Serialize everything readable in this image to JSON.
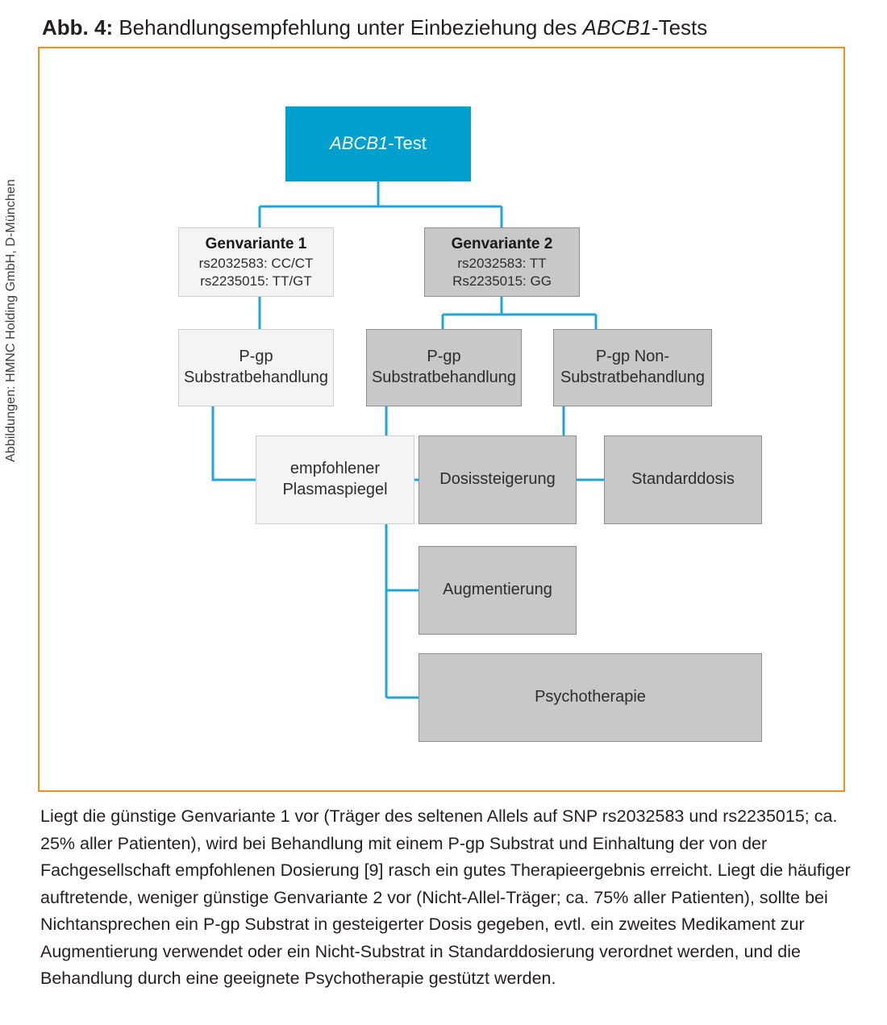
{
  "figure": {
    "label": "Abb. 4:",
    "title_before": "Behandlungsempfehlung unter Einbeziehung des ",
    "title_italic": "ABCB1",
    "title_after": "-Tests",
    "frame_color": "#f2901f",
    "accent_color": "#00a0ce",
    "grey_fill": "#c8c8c8",
    "light_fill": "#f4f4f4"
  },
  "credit": {
    "text": "Abbildungen: HMNC Holding GmbH, D-München"
  },
  "chart_data": {
    "type": "diagram",
    "title": "Behandlungsempfehlung unter Einbeziehung des ABCB1-Tests",
    "nodes": [
      {
        "id": "abcb1-test",
        "style": "primary",
        "lines": [
          {
            "kind": "plain",
            "italic": "ABCB1",
            "rest": "-Test"
          }
        ]
      },
      {
        "id": "genvariante-1",
        "style": "light",
        "lines": [
          {
            "kind": "title",
            "text": "Genvariante 1"
          },
          {
            "kind": "sub",
            "text": "rs2032583: CC/CT"
          },
          {
            "kind": "sub",
            "text": "rs2235015: TT/GT"
          }
        ]
      },
      {
        "id": "genvariante-2",
        "style": "grey",
        "lines": [
          {
            "kind": "title",
            "text": "Genvariante 2"
          },
          {
            "kind": "sub",
            "text": "rs2032583: TT"
          },
          {
            "kind": "sub",
            "text": "Rs2235015: GG"
          }
        ]
      },
      {
        "id": "pgp-substrat-left",
        "style": "light",
        "lines": [
          {
            "kind": "plain",
            "text": "P-gp"
          },
          {
            "kind": "plain",
            "text": "Substratbehandlung"
          }
        ]
      },
      {
        "id": "pgp-substrat-right",
        "style": "grey",
        "lines": [
          {
            "kind": "plain",
            "text": "P-gp"
          },
          {
            "kind": "plain",
            "text": "Substratbehandlung"
          }
        ]
      },
      {
        "id": "pgp-non-substrat",
        "style": "grey",
        "lines": [
          {
            "kind": "plain",
            "text": "P-gp Non-"
          },
          {
            "kind": "plain",
            "text": "Substratbehandlung"
          }
        ]
      },
      {
        "id": "plasmaspiegel",
        "style": "light",
        "lines": [
          {
            "kind": "plain",
            "text": "empfohlener"
          },
          {
            "kind": "plain",
            "text": "Plasmaspiegel"
          }
        ]
      },
      {
        "id": "dosissteigerung",
        "style": "grey",
        "lines": [
          {
            "kind": "plain",
            "text": "Dosissteigerung"
          }
        ]
      },
      {
        "id": "standarddosis",
        "style": "grey",
        "lines": [
          {
            "kind": "plain",
            "text": "Standarddosis"
          }
        ]
      },
      {
        "id": "augmentierung",
        "style": "grey",
        "lines": [
          {
            "kind": "plain",
            "text": "Augmentierung"
          }
        ]
      },
      {
        "id": "psychotherapie",
        "style": "grey",
        "lines": [
          {
            "kind": "plain",
            "text": "Psychotherapie"
          }
        ]
      }
    ],
    "edges": [
      {
        "from": "abcb1-test",
        "to": "genvariante-1"
      },
      {
        "from": "abcb1-test",
        "to": "genvariante-2"
      },
      {
        "from": "genvariante-1",
        "to": "pgp-substrat-left"
      },
      {
        "from": "genvariante-2",
        "to": "pgp-substrat-right"
      },
      {
        "from": "genvariante-2",
        "to": "pgp-non-substrat"
      },
      {
        "from": "pgp-substrat-left",
        "to": "plasmaspiegel"
      },
      {
        "from": "pgp-substrat-right",
        "to": "dosissteigerung"
      },
      {
        "from": "pgp-substrat-right",
        "to": "augmentierung"
      },
      {
        "from": "pgp-substrat-right",
        "to": "psychotherapie"
      },
      {
        "from": "pgp-non-substrat",
        "to": "standarddosis"
      }
    ]
  },
  "nodes": {
    "abcb1_test": {
      "italic": "ABCB1",
      "rest": "-Test"
    },
    "genvariante_1": {
      "title": "Genvariante 1",
      "sub1": "rs2032583: CC/CT",
      "sub2": "rs2235015: TT/GT"
    },
    "genvariante_2": {
      "title": "Genvariante 2",
      "sub1": "rs2032583: TT",
      "sub2": "Rs2235015: GG"
    },
    "pgp_substrat_left": {
      "line1": "P-gp",
      "line2": "Substratbehandlung"
    },
    "pgp_substrat_right": {
      "line1": "P-gp",
      "line2": "Substratbehandlung"
    },
    "pgp_non_substrat": {
      "line1": "P-gp Non-",
      "line2": "Substratbehandlung"
    },
    "plasmaspiegel": {
      "line1": "empfohlener",
      "line2": "Plasmaspiegel"
    },
    "dosissteigerung": {
      "line1": "Dosissteigerung"
    },
    "standarddosis": {
      "line1": "Standarddosis"
    },
    "augmentierung": {
      "line1": "Augmentierung"
    },
    "psychotherapie": {
      "line1": "Psychotherapie"
    }
  },
  "body": {
    "paragraph": "Liegt die günstige Genvariante 1 vor (Träger des seltenen Allels auf SNP rs2032583 und rs2235015; ca. 25% aller Patienten), wird bei Behandlung mit einem P-gp Substrat und Einhaltung der von der Fachgesellschaft empfohlenen Dosierung [9] rasch ein gutes Therapieergebnis erreicht. Liegt die häufiger auftretende, weniger günstige Genvariante 2 vor (Nicht-Allel-Träger; ca. 75% aller Patienten), sollte bei Nichtansprechen ein P-gp Substrat in gesteigerter Dosis gegeben, evtl. ein zweites Medikament zur Augmentierung verwendet oder ein Nicht-Substrat in Standarddosierung verordnet werden, und die Behandlung durch eine geeignete Psychotherapie gestützt werden."
  }
}
